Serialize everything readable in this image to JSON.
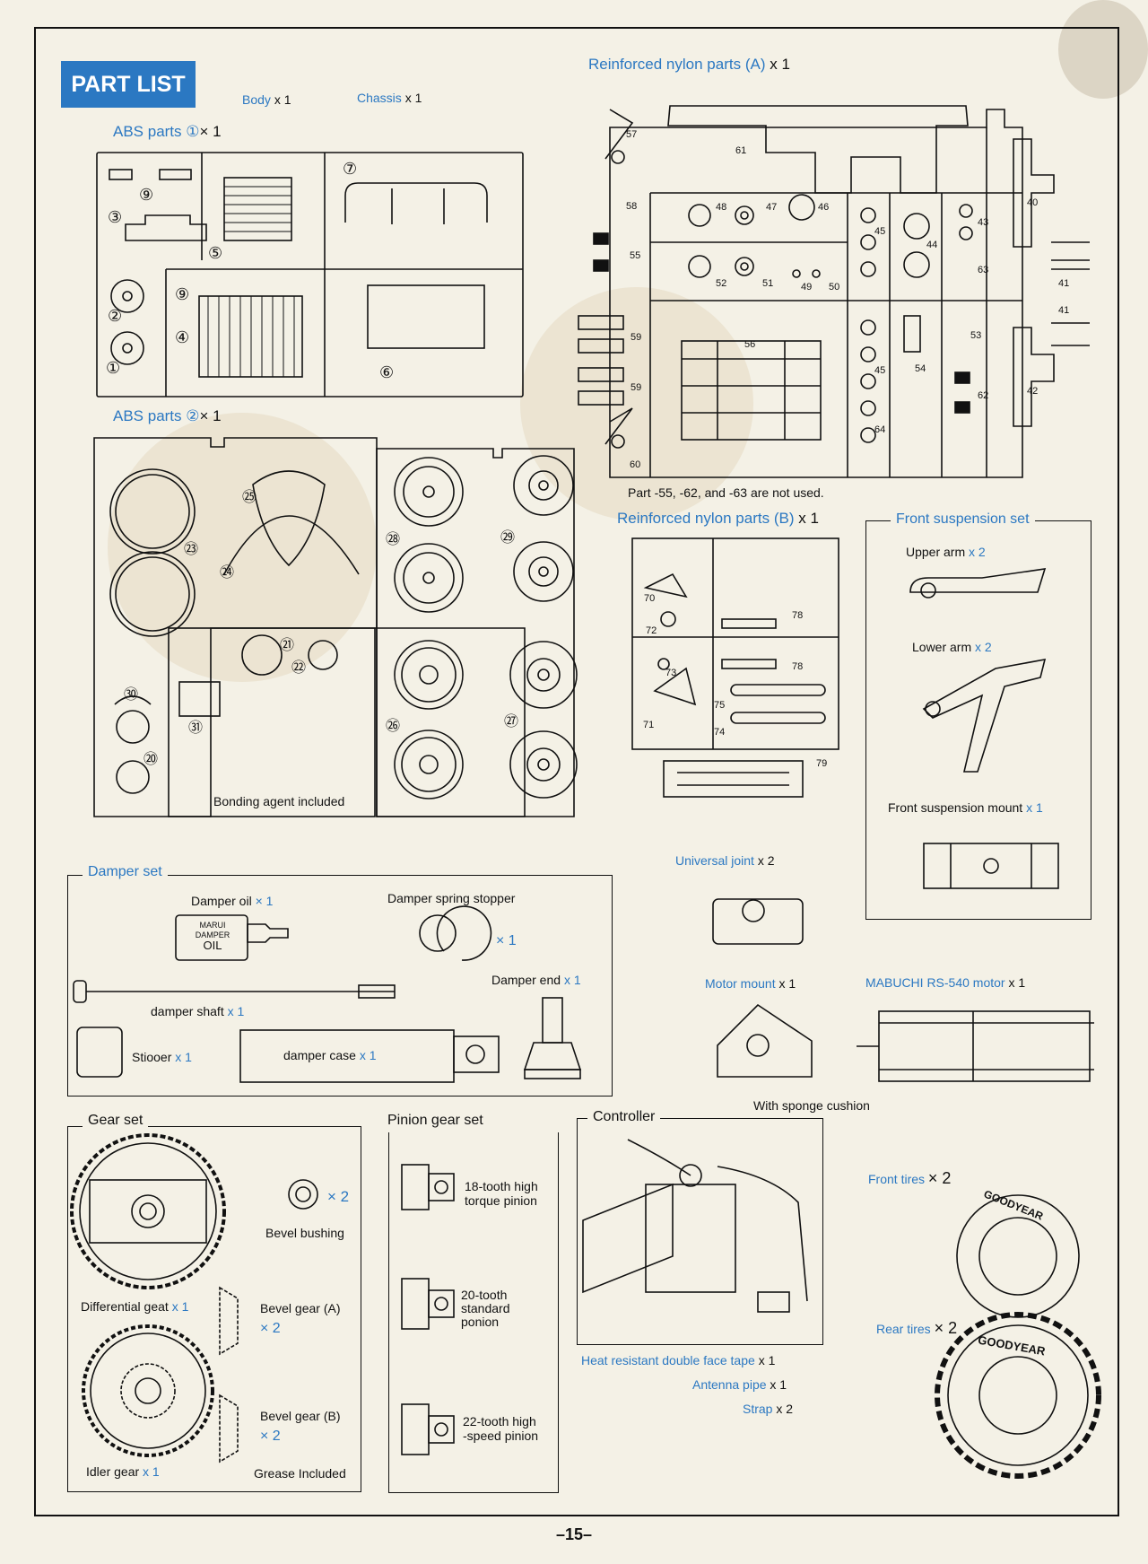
{
  "header": {
    "title": "PART LIST"
  },
  "labels": {
    "body": "Body",
    "body_qty": "x 1",
    "chassis": "Chassis",
    "chassis_qty": "x 1",
    "abs1": "ABS parts ①",
    "abs1_qty": "× 1",
    "abs2": "ABS parts ②",
    "abs2_qty": "× 1",
    "nylonA": "Reinforced nylon parts (A)",
    "nylonA_qty": "x 1",
    "nylonB": "Reinforced nylon parts (B)",
    "nylonB_qty": "x 1",
    "not_used": "Part -55, -62, and -63 are not used.",
    "bonding": "Bonding agent included"
  },
  "part_numbers": {
    "abs1": [
      "①",
      "②",
      "③",
      "④",
      "⑤",
      "⑥",
      "⑦",
      "⑨",
      "⑨"
    ],
    "abs2": [
      "⑳",
      "㉑",
      "㉒",
      "㉓",
      "㉔",
      "㉕",
      "㉖",
      "㉗",
      "㉘",
      "㉙",
      "㉚",
      "㉛"
    ],
    "nylonA": [
      "40",
      "41",
      "41",
      "42",
      "43",
      "44",
      "45",
      "45",
      "46",
      "47",
      "48",
      "49",
      "50",
      "51",
      "52",
      "53",
      "54",
      "55",
      "56",
      "57",
      "58",
      "59",
      "59",
      "60",
      "61",
      "62",
      "63",
      "64"
    ],
    "nylonB": [
      "70",
      "71",
      "72",
      "73",
      "74",
      "75",
      "78",
      "78",
      "79"
    ]
  },
  "front_suspension": {
    "title": "Front suspension set",
    "upper": "Upper arm",
    "upper_qty": "x 2",
    "lower": "Lower arm",
    "lower_qty": "x 2",
    "mount": "Front suspension mount",
    "mount_qty": "x 1"
  },
  "damper": {
    "title": "Damper  set",
    "oil": "Damper oil",
    "oil_qty": "× 1",
    "oil_bottle_1": "MARUI",
    "oil_bottle_2": "DAMPER",
    "oil_bottle_3": "OIL",
    "stopper": "Damper spring stopper",
    "stopper_qty": "× 1",
    "end": "Damper end",
    "end_qty": "x 1",
    "shaft": "damper shaft",
    "shaft_qty": "x 1",
    "stiooer": "Stiooer",
    "stiooer_qty": "x 1",
    "case": "damper case",
    "case_qty": "x 1"
  },
  "misc": {
    "ujoint": "Universal joint",
    "ujoint_qty": "x 2",
    "motor_mount": "Motor mount",
    "motor_mount_qty": "x 1",
    "motor": "MABUCHI RS-540 motor",
    "motor_qty": "x 1",
    "sponge": "With sponge cushion"
  },
  "gear": {
    "title": "Gear set",
    "bushing_qty": "× 2",
    "bushing": "Bevel bushing",
    "diff": "Differential geat",
    "diff_qty": "x 1",
    "bevelA": "Bevel gear (A)",
    "bevelA_qty": "× 2",
    "bevelB": "Bevel gear (B)",
    "bevelB_qty": "× 2",
    "idler": "Idler gear",
    "idler_qty": "x 1",
    "grease": "Grease Included"
  },
  "pinion": {
    "title": "Pinion gear set",
    "p18a": "18-tooth high",
    "p18b": "torque pinion",
    "p20a": "20-tooth",
    "p20b": "standard",
    "p20c": "ponion",
    "p22a": "22-tooth high",
    "p22b": "-speed pinion"
  },
  "controller": {
    "title": "Controller",
    "tape": "Heat resistant double face tape",
    "tape_qty": "x 1",
    "antenna": "Antenna pipe",
    "antenna_qty": "x 1",
    "strap": "Strap",
    "strap_qty": "x 2"
  },
  "tires": {
    "front": "Front tires",
    "front_qty": "× 2",
    "rear": "Rear tires",
    "rear_qty": "× 2",
    "brand": "GOODYEAR"
  },
  "footer": {
    "page": "–15–"
  }
}
